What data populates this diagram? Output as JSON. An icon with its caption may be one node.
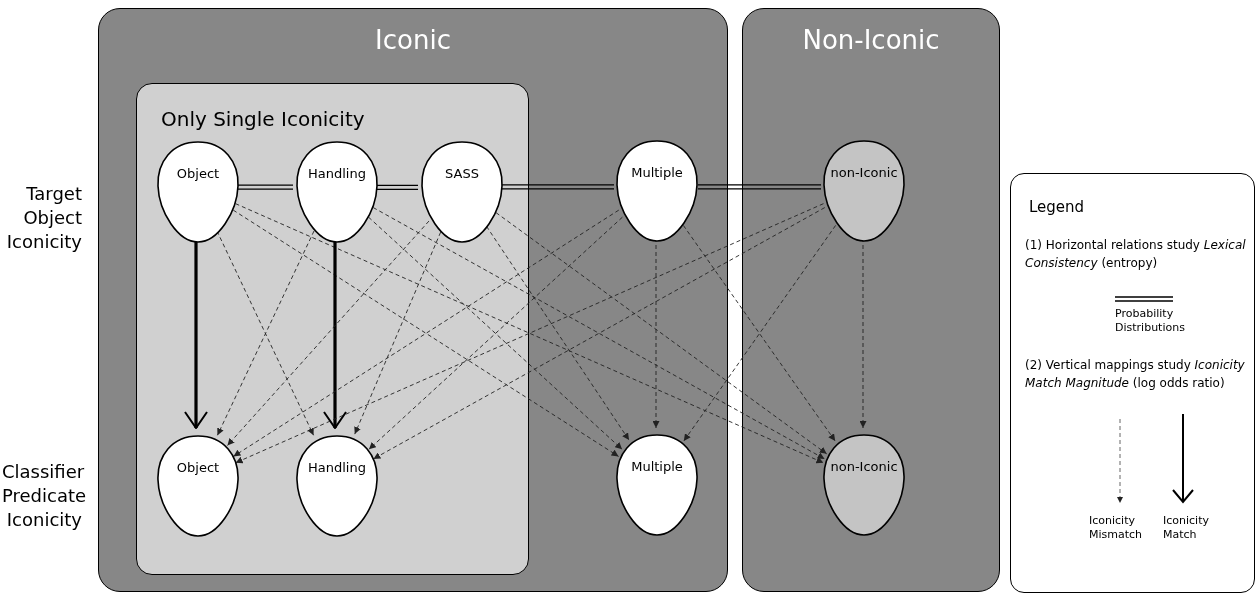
{
  "diagram": {
    "nodes": [
      {
        "text": [
          "Iconic"
        ]
      },
      {
        "text": [
          "Only Single Iconicity"
        ],
        "in": 0
      },
      {
        "text": [
          "Non-Iconic"
        ]
      },
      {
        "text": [
          "Object"
        ],
        "in": 1
      },
      {
        "text": [
          "Handling"
        ],
        "in": 1
      },
      {
        "text": [
          "SASS"
        ],
        "in": 1
      },
      {
        "text": [
          "Multiple"
        ],
        "in": 0
      },
      {
        "text": [
          "non-Iconic"
        ],
        "in": 2
      },
      {
        "text": [
          "Object"
        ],
        "in": 1
      },
      {
        "text": [
          "Handling"
        ],
        "in": 1
      },
      {
        "text": [
          "Multiple"
        ],
        "in": 0
      },
      {
        "text": [
          "non-Iconic"
        ],
        "in": 2
      }
    ],
    "edges": [
      {
        "from": 3,
        "to": 4,
        "arrow": "none"
      },
      {
        "from": 4,
        "to": 5,
        "arrow": "none"
      },
      {
        "from": 5,
        "to": 6,
        "arrow": "none"
      },
      {
        "from": 6,
        "to": 7,
        "arrow": "none"
      },
      {
        "from": 3,
        "to": 8,
        "arrow": "to",
        "style": "thick"
      },
      {
        "from": 3,
        "to": 9,
        "arrow": "to",
        "style": "dashed"
      },
      {
        "from": 3,
        "to": 10,
        "arrow": "to",
        "style": "dashed"
      },
      {
        "from": 3,
        "to": 11,
        "arrow": "to",
        "style": "dashed"
      },
      {
        "from": 4,
        "to": 8,
        "arrow": "to",
        "style": "dashed"
      },
      {
        "from": 4,
        "to": 9,
        "arrow": "to",
        "style": "thick"
      },
      {
        "from": 4,
        "to": 10,
        "arrow": "to",
        "style": "dashed"
      },
      {
        "from": 4,
        "to": 11,
        "arrow": "to",
        "style": "dashed"
      },
      {
        "from": 5,
        "to": 8,
        "arrow": "to",
        "style": "dashed"
      },
      {
        "from": 5,
        "to": 9,
        "arrow": "to",
        "style": "dashed"
      },
      {
        "from": 5,
        "to": 10,
        "arrow": "to",
        "style": "dashed"
      },
      {
        "from": 5,
        "to": 11,
        "arrow": "to",
        "style": "dashed"
      },
      {
        "from": 6,
        "to": 8,
        "arrow": "to",
        "style": "dashed"
      },
      {
        "from": 6,
        "to": 9,
        "arrow": "to",
        "style": "dashed"
      },
      {
        "from": 6,
        "to": 10,
        "arrow": "to",
        "style": "dashed"
      },
      {
        "from": 6,
        "to": 11,
        "arrow": "to",
        "style": "dashed"
      },
      {
        "from": 7,
        "to": 8,
        "arrow": "to",
        "style": "dashed"
      },
      {
        "from": 7,
        "to": 9,
        "arrow": "to",
        "style": "dashed"
      },
      {
        "from": 7,
        "to": 10,
        "arrow": "to",
        "style": "dashed"
      },
      {
        "from": 7,
        "to": 11,
        "arrow": "to",
        "style": "dashed"
      }
    ],
    "labels": [
      "Target Object Iconicity",
      "Classifier Predicate Iconicity",
      "Legend",
      "(1) Horizontal relations study *Lexical Consistency* (entropy)",
      "(2) Vertical mappings study *Iconicity Match Magnitude* (log odds ratio)"
    ],
    "legend": [
      {
        "text": "Probability Distributions"
      },
      {
        "text": "Iconicity Mismatch"
      },
      {
        "text": "Iconicity Match"
      }
    ]
  }
}
